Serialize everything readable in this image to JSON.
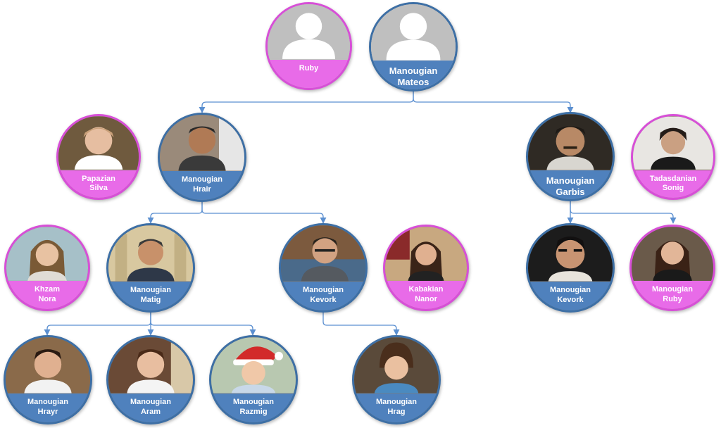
{
  "colors": {
    "male_band": "#4f81bd",
    "male_border": "#3d6fa5",
    "female_band": "#e86be8",
    "female_border": "#d74fd7",
    "connector": "#5b8fd0"
  },
  "people": [
    {
      "id": "ruby-top",
      "gender": "female",
      "lines": [
        "Ruby"
      ],
      "photo": "placeholder-silhouette-icon"
    },
    {
      "id": "manougian-mateos",
      "gender": "male",
      "lines": [
        "Manougian",
        "Mateos"
      ],
      "photo": "placeholder-silhouette-icon"
    },
    {
      "id": "papazian-silva",
      "gender": "female",
      "lines": [
        "Papazian",
        "Silva"
      ],
      "photo": "portrait-photo"
    },
    {
      "id": "manougian-hrair",
      "gender": "male",
      "lines": [
        "Manougian",
        "Hrair"
      ],
      "photo": "portrait-photo"
    },
    {
      "id": "manougian-garbis",
      "gender": "male",
      "lines": [
        "Manougian",
        "Garbis"
      ],
      "photo": "portrait-photo"
    },
    {
      "id": "tadasdanian-sonig",
      "gender": "female",
      "lines": [
        "Tadasdanian",
        "Sonig"
      ],
      "photo": "portrait-photo"
    },
    {
      "id": "khzam-nora",
      "gender": "female",
      "lines": [
        "Khzam",
        "Nora"
      ],
      "photo": "portrait-photo"
    },
    {
      "id": "manougian-matig",
      "gender": "male",
      "lines": [
        "Manougian",
        "Matig"
      ],
      "photo": "portrait-photo"
    },
    {
      "id": "manougian-kevork-1",
      "gender": "male",
      "lines": [
        "Manougian",
        "Kevork"
      ],
      "photo": "portrait-photo"
    },
    {
      "id": "kabakian-nanor",
      "gender": "female",
      "lines": [
        "Kabakian",
        "Nanor"
      ],
      "photo": "portrait-photo"
    },
    {
      "id": "manougian-kevork-2",
      "gender": "male",
      "lines": [
        "Manougian",
        "Kevork"
      ],
      "photo": "portrait-photo"
    },
    {
      "id": "manougian-ruby",
      "gender": "female",
      "lines": [
        "Manougian",
        "Ruby"
      ],
      "photo": "portrait-photo"
    },
    {
      "id": "manougian-hrayr",
      "gender": "male",
      "lines": [
        "Manougian",
        "Hrayr"
      ],
      "photo": "portrait-photo"
    },
    {
      "id": "manougian-aram",
      "gender": "male",
      "lines": [
        "Manougian",
        "Aram"
      ],
      "photo": "portrait-photo"
    },
    {
      "id": "manougian-razmig",
      "gender": "male",
      "lines": [
        "Manougian",
        "Razmig"
      ],
      "photo": "portrait-photo"
    },
    {
      "id": "manougian-hrag",
      "gender": "male",
      "lines": [
        "Manougian",
        "Hrag"
      ],
      "photo": "portrait-photo"
    }
  ],
  "relationships": [
    {
      "parents": [
        "ruby-top",
        "manougian-mateos"
      ],
      "children": [
        "manougian-hrair",
        "manougian-garbis"
      ]
    },
    {
      "parents": [
        "manougian-hrair",
        "papazian-silva"
      ],
      "children": [
        "manougian-matig",
        "manougian-kevork-1"
      ]
    },
    {
      "parents": [
        "manougian-garbis",
        "tadasdanian-sonig"
      ],
      "children": [
        "manougian-kevork-2",
        "manougian-ruby"
      ]
    },
    {
      "parents": [
        "manougian-matig",
        "khzam-nora"
      ],
      "children": [
        "manougian-hrayr",
        "manougian-aram",
        "manougian-razmig"
      ]
    },
    {
      "parents": [
        "manougian-kevork-1",
        "kabakian-nanor"
      ],
      "children": [
        "manougian-hrag"
      ]
    }
  ]
}
